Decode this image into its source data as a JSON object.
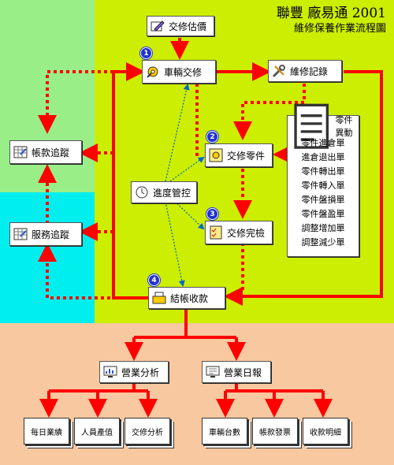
{
  "title": {
    "line1": "聯豐 廠易通 2001",
    "line2": "維修保養作業流程圖"
  },
  "colors": {
    "zone_green": "#99ee88",
    "zone_cyan": "#00eeee",
    "zone_lime": "#ccee00",
    "zone_peach": "#f8c8a0",
    "arrow_red": "#ff0000",
    "dotted_blue": "#0066cc",
    "badge_blue": "#2233cc"
  },
  "nodes": {
    "estimate": "交修估價",
    "vehicle_repair": "車輛交修",
    "repair_record": "維修記錄",
    "account_tracking": "帳款追蹤",
    "repair_parts": "交修零件",
    "progress_control": "進度管控",
    "service_tracking": "服務追蹤",
    "repair_inspection": "交修完檢",
    "checkout": "結帳收款",
    "business_analysis": "營業分析",
    "business_daily": "營業日報"
  },
  "badges": {
    "vehicle_repair": "1",
    "repair_parts": "2",
    "repair_inspection": "3",
    "checkout": "4"
  },
  "parts_change": {
    "title": "零件異動",
    "items": [
      "零件進倉單",
      "進倉退出單",
      "零件轉出單",
      "零件轉入單",
      "零件盤損單",
      "零件盤盈單",
      "調整增加單",
      "調整減少單"
    ]
  },
  "reports": {
    "daily_performance": "每日業績",
    "staff_output": "人員產值",
    "repair_analysis": "交修分析",
    "vehicle_count": "車輛台數",
    "account_invoice": "帳款發票",
    "receipt_detail": "收款明細"
  },
  "icons": {
    "estimate": "edit-pencil-icon",
    "vehicle_repair": "wrench-gear-icon",
    "repair_record": "wrench-screwdriver-icon",
    "parts_change": "document-list-icon",
    "account_tracking": "spreadsheet-icon",
    "repair_parts": "parts-gear-icon",
    "progress_control": "clock-chart-icon",
    "service_tracking": "spreadsheet-icon",
    "repair_inspection": "checklist-icon",
    "checkout": "cash-register-icon",
    "business_analysis": "monitor-chart-icon",
    "business_daily": "monitor-report-icon"
  }
}
